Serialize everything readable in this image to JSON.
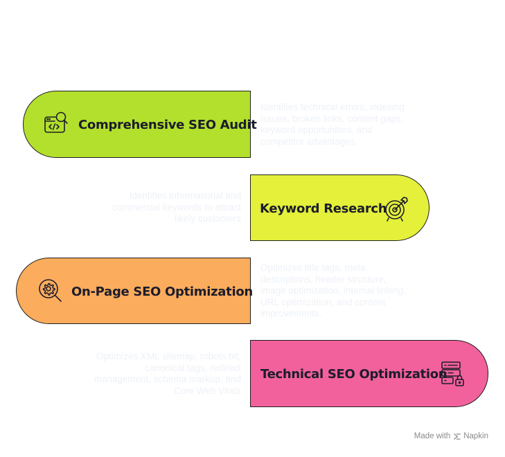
{
  "steps": [
    {
      "title": "Comprehensive SEO Audit",
      "description": "Identifies technical errors, indexing issues, broken links, content gaps, keyword opportunities, and competitor advantages.",
      "color": "#b3e02c",
      "icon": "code-search-icon"
    },
    {
      "title": "Keyword Research",
      "description": "Identifies informational and commercial keywords to attract likely customers",
      "color": "#e4f03a",
      "icon": "target-icon"
    },
    {
      "title": "On-Page SEO Optimization",
      "description": "Optimizes title tags, meta descriptions, header structure, image optimization, internal linking, URL optimization, and content improvements.",
      "color": "#fbac5c",
      "icon": "gear-search-icon"
    },
    {
      "title": "Technical SEO Optimization",
      "description": "Optimizes XML sitemap, robots.txt, canonical tags, redirect management, schema markup, and Core Web Vitals",
      "color": "#f2619b",
      "icon": "server-lock-icon"
    }
  ],
  "footer": {
    "made_with": "Made with",
    "brand": "Napkin"
  }
}
